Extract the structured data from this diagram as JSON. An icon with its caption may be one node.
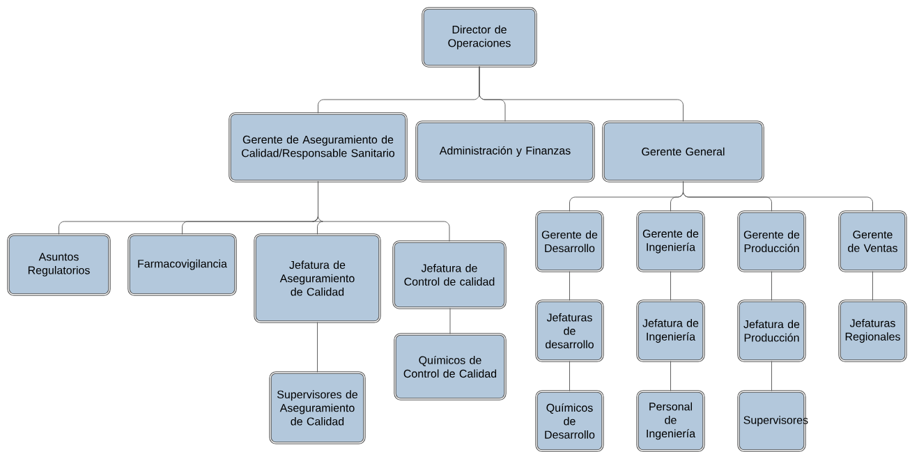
{
  "diagram": {
    "nodes": [
      {
        "text": [
          "Director de Operaciones"
        ]
      },
      {
        "text": [
          "Gerente de Aseguramiento de Calidad/Responsable Sanitario"
        ]
      },
      {
        "text": [
          "Administración y Finanzas"
        ]
      },
      {
        "text": [
          "Gerente General"
        ]
      },
      {
        "text": [
          "Asuntos Regulatorios"
        ]
      },
      {
        "text": [
          "Farmacovigilancia"
        ]
      },
      {
        "text": [
          "Jefatura de Aseguramiento de Calidad"
        ]
      },
      {
        "text": [
          "Jefatura de Control de calidad"
        ]
      },
      {
        "text": [
          "Supervisores de Aseguramiento de Calidad"
        ]
      },
      {
        "text": [
          "Químicos de Control de Calidad"
        ]
      },
      {
        "text": [
          "Gerente de Desarrollo"
        ]
      },
      {
        "text": [
          "Gerente de Ingeniería"
        ]
      },
      {
        "text": [
          "Gerente de Producción"
        ]
      },
      {
        "text": [
          "Gerente de Ventas"
        ]
      },
      {
        "text": [
          "Jefaturas de desarrollo"
        ]
      },
      {
        "text": [
          "Jefatura de Ingeniería"
        ]
      },
      {
        "text": [
          "Jefatura de Producción"
        ]
      },
      {
        "text": [
          "Jefaturas Regionales"
        ]
      },
      {
        "text": [
          "Químicos de Desarrollo"
        ]
      },
      {
        "text": [
          "Personal de Ingeniería"
        ]
      },
      {
        "text": [
          "Supervisores"
        ]
      }
    ],
    "edges": [
      {
        "from": 0,
        "to": 1,
        "arrow": "none"
      },
      {
        "from": 0,
        "to": 2,
        "arrow": "none"
      },
      {
        "from": 0,
        "to": 3,
        "arrow": "none"
      },
      {
        "from": 1,
        "to": 4,
        "arrow": "none"
      },
      {
        "from": 1,
        "to": 5,
        "arrow": "none"
      },
      {
        "from": 1,
        "to": 6,
        "arrow": "none"
      },
      {
        "from": 1,
        "to": 7,
        "arrow": "none"
      },
      {
        "from": 6,
        "to": 8,
        "arrow": "none"
      },
      {
        "from": 7,
        "to": 9,
        "arrow": "none"
      },
      {
        "from": 3,
        "to": 10,
        "arrow": "none"
      },
      {
        "from": 3,
        "to": 11,
        "arrow": "none"
      },
      {
        "from": 3,
        "to": 12,
        "arrow": "none"
      },
      {
        "from": 3,
        "to": 13,
        "arrow": "none"
      },
      {
        "from": 10,
        "to": 14,
        "arrow": "none"
      },
      {
        "from": 11,
        "to": 15,
        "arrow": "none"
      },
      {
        "from": 12,
        "to": 16,
        "arrow": "none"
      },
      {
        "from": 13,
        "to": 17,
        "arrow": "none"
      },
      {
        "from": 14,
        "to": 18,
        "arrow": "none"
      },
      {
        "from": 15,
        "to": 19,
        "arrow": "none"
      },
      {
        "from": 16,
        "to": 20,
        "arrow": "none"
      }
    ]
  }
}
